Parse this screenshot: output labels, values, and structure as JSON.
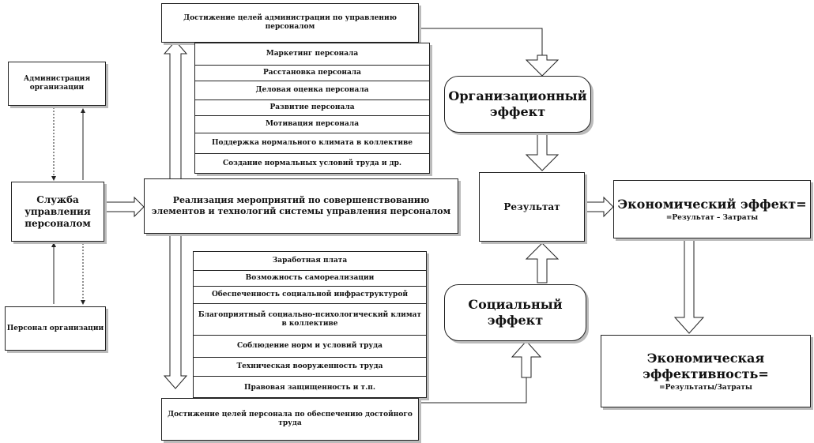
{
  "boxes": {
    "admin_goals": "Достижение целей администрации  по управлению персоналом",
    "admin_org": "Администрация организации",
    "hr_service": "Служба управления персоналом",
    "staff_org": "Персонал организации",
    "implementation": "Реализация мероприятий по совершенствованию элементов и технологий системы управления персоналом",
    "org_effect": "Организационный эффект",
    "result": "Результат",
    "social_effect": "Социальный эффект",
    "staff_goals": "Достижение целей персонала  по обеспечению достойного  труда",
    "econ_effect_title": "Экономический эффект=",
    "econ_effect_formula": "=Результат – Затраты",
    "econ_eff_title": "Экономическая эффективность=",
    "econ_eff_formula": "=Результаты/Затраты"
  },
  "upper_list": [
    "Маркетинг персонала",
    "Расстановка персонала",
    "Деловая оценка персонала",
    "Развитие персонала",
    "Мотивация персонала",
    "Поддержка нормального климата в коллективе",
    "Создание нормальных  условий труда и др."
  ],
  "lower_list": [
    "Заработная плата",
    "Возможность самореализации",
    "Обеспеченность социальной инфраструктурой",
    "Благоприятный  социально-психологический климат в коллективе",
    "Соблюдение  норм и условий труда",
    "Техническая вооруженность труда",
    "Правовая защищенность  и т.п."
  ],
  "colors": {
    "line": "#222222",
    "shadow": "#bbbbbb",
    "background": "#ffffff"
  }
}
